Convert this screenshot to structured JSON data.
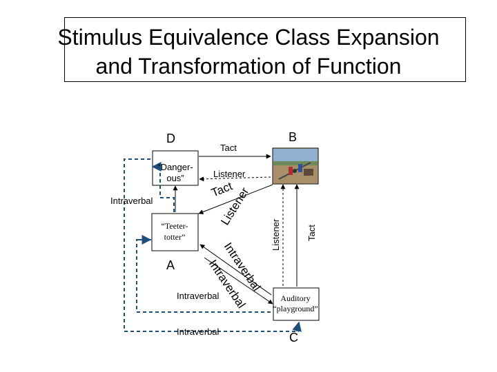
{
  "title": {
    "line1": "Stimulus Equivalence Class Expansion",
    "line2": "and Transformation of Function"
  },
  "nodes": {
    "d_label": "D",
    "b_label": "B",
    "a_label": "A",
    "c_label": "C",
    "d_text_1": "“Danger-",
    "d_text_2": "ous”",
    "a_text_1": "“Teeter-",
    "a_text_2": "totter”",
    "c_text_1": "Auditory",
    "c_text_2": "“playground”"
  },
  "edges": {
    "tact_top": "Tact",
    "listener_top": "Listener",
    "tact_diag": "Tact",
    "listener_diag": "Listener",
    "intraverbal_left": "Intraverbal",
    "listener_vertical": "Listener",
    "tact_vertical": "Tact",
    "intraverbal_diag_upper": "Intraverbal",
    "intraverbal_diag_lower": "Intraverbal",
    "intraverbal_bottom_1": "Intraverbal",
    "intraverbal_bottom_2": "Intraverbal"
  },
  "colors": {
    "dashed_blue": "#1f4e79",
    "line": "#000000"
  },
  "icons": {
    "b_image": "playground-photo-icon"
  }
}
